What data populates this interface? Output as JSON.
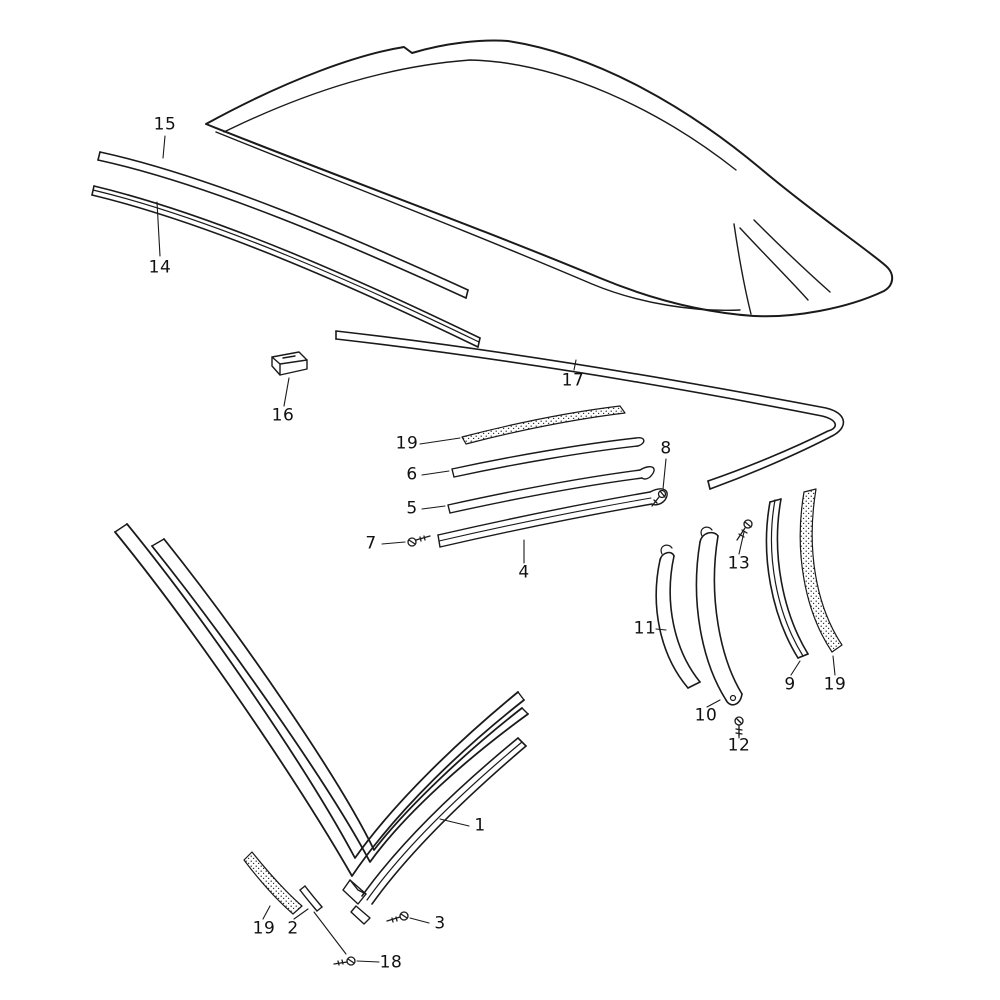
{
  "diagram": {
    "ink_color": "#1a1a1a",
    "background_color": "#ffffff",
    "labels": [
      {
        "text": "15"
      },
      {
        "text": "14"
      },
      {
        "text": "16"
      },
      {
        "text": "17"
      },
      {
        "text": "19"
      },
      {
        "text": "6"
      },
      {
        "text": "5"
      },
      {
        "text": "7"
      },
      {
        "text": "4"
      },
      {
        "text": "8"
      },
      {
        "text": "13"
      },
      {
        "text": "11"
      },
      {
        "text": "10"
      },
      {
        "text": "9"
      },
      {
        "text": "19"
      },
      {
        "text": "12"
      },
      {
        "text": "1"
      },
      {
        "text": "19"
      },
      {
        "text": "2"
      },
      {
        "text": "3"
      },
      {
        "text": "18"
      }
    ]
  }
}
